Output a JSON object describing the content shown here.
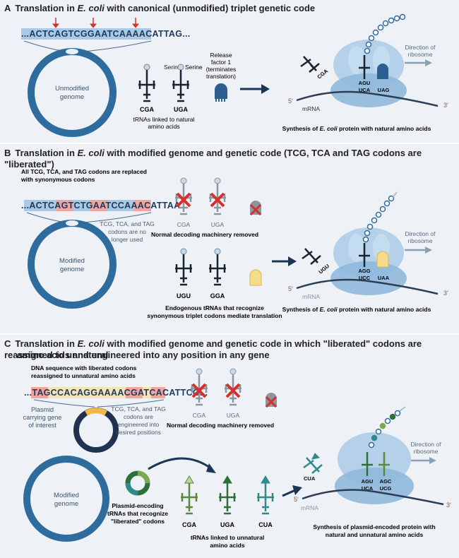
{
  "panel_a": {
    "label": "A",
    "title_pre": "Translation in ",
    "title_em": "E. coli",
    "title_post": " with canonical (unmodified) triplet genetic code",
    "sequence": "...ACTCAGTCGGAATCAAAACATTAG...",
    "genome_label_1": "Unmodified",
    "genome_label_2": "genome",
    "trna1_aa": "Serine",
    "trna2_aa": "Serine",
    "trna1_codon": "CGA",
    "trna2_codon": "UGA",
    "trna_caption_1": "tRNAs linked to natural",
    "trna_caption_2": "amino acids",
    "rf_1": "Release",
    "rf_2": "factor 1",
    "rf_3": "(terminates",
    "rf_4": "translation)",
    "incoming_trna": "CGA",
    "codon_top_1": "AGU",
    "codon_bot_1": "UCA",
    "codon_bot_2": "UAG",
    "five": "5′",
    "three": "3′",
    "mrna": "mRNA",
    "direction_1": "Direction of",
    "direction_2": "ribosome",
    "synthesis_pre": "Synthesis of ",
    "synthesis_em": "E. coli",
    "synthesis_post": " protein with natural amino acids"
  },
  "panel_b": {
    "label": "B",
    "title_pre": "Translation in ",
    "title_em": "E. coli",
    "title_post": " with modified genome and genetic code (TCG, TCA and TAG codons are \"liberated\")",
    "replace_1": "All TCG, TCA, and TAG codons are replaced",
    "replace_2": "with synonymous codons",
    "sequence": "...ACTCAGTCTGAATCCAAACATTAA...",
    "genome_label_1": "Modified",
    "genome_label_2": "genome",
    "unused_1": "TCG, TCA, and TAG",
    "unused_2": "codons are no",
    "unused_3": "longer used",
    "removed_trna1": "CGA",
    "removed_trna2": "UGA",
    "removed_caption": "Normal decoding machinery removed",
    "new_trna1": "UGU",
    "new_trna2": "GGA",
    "endo_1": "Endogenous tRNAs that recognize",
    "endo_2": "synonymous triplet codons mediate translation",
    "incoming_trna": "UGU",
    "codon_top_1": "AGG",
    "codon_bot_1": "UCC",
    "codon_bot_2": "UAA",
    "five": "5′",
    "three": "3′",
    "mrna": "mRNA",
    "direction_1": "Direction of",
    "direction_2": "ribosome",
    "synthesis_pre": "Synthesis of ",
    "synthesis_em": "E. coli",
    "synthesis_post": " protein with natural amino acids"
  },
  "panel_c": {
    "label": "C",
    "title_pre": "Translation in ",
    "title_em": "E. coli",
    "title_post": " with modified genome and genetic code in which \"liberated\" codons are reassigned to unnatural",
    "title_line2": "amino acids and engineered into any position in any gene",
    "dna_1": "DNA sequence with liberated codons",
    "dna_2": "reassigned to unnatural amino acids",
    "sequence": "...TAGCCACAGGAAAACGATCACATTCG...",
    "plasmid_1": "Plasmid",
    "plasmid_2": "carrying gene",
    "plasmid_3": "of interest",
    "engineered_1": "TCG, TCA, and TAG",
    "engineered_2": "codons are",
    "engineered_3": "engineered into",
    "engineered_4": "desired positions",
    "removed_trna1": "CGA",
    "removed_trna2": "UGA",
    "removed_caption": "Normal decoding machinery removed",
    "genome_label_1": "Modified",
    "genome_label_2": "genome",
    "penc_1": "Plasmid-encoding",
    "penc_2": "tRNAs that recognize",
    "penc_3": "\"liberated\" codons",
    "u_trna1": "CGA",
    "u_trna2": "UGA",
    "u_trna3": "CUA",
    "u_caption_1": "tRNAs linked to unnatural",
    "u_caption_2": "amino acids",
    "incoming_trna": "CUA",
    "codon_top_1": "AGU",
    "codon_top_2": "AGC",
    "codon_bot_1": "UCA",
    "codon_bot_2": "UCG",
    "five": "5′",
    "three": "3′",
    "mrna": "mRNA",
    "direction_1": "Direction of",
    "direction_2": "ribosome",
    "synthesis_1": "Synthesis of plasmid-encoded protein with",
    "synthesis_2": "natural and unnatural amino acids"
  },
  "colors": {
    "panel_bg": "#eef1f6",
    "genome_blue": "#2f6c9e",
    "trna_dark": "#1a2430",
    "trna_grey": "#8b96a3",
    "ribosome": "#a9cbe6",
    "red": "#d6302b",
    "highlight_blue": "#a9c9e6",
    "highlight_red": "#f1a4a0",
    "arrow_navy": "#1b3554",
    "green_1": "#2e6f3a",
    "green_2": "#7ca84e",
    "teal": "#2f8a89",
    "yellow": "#f5dc8a"
  }
}
